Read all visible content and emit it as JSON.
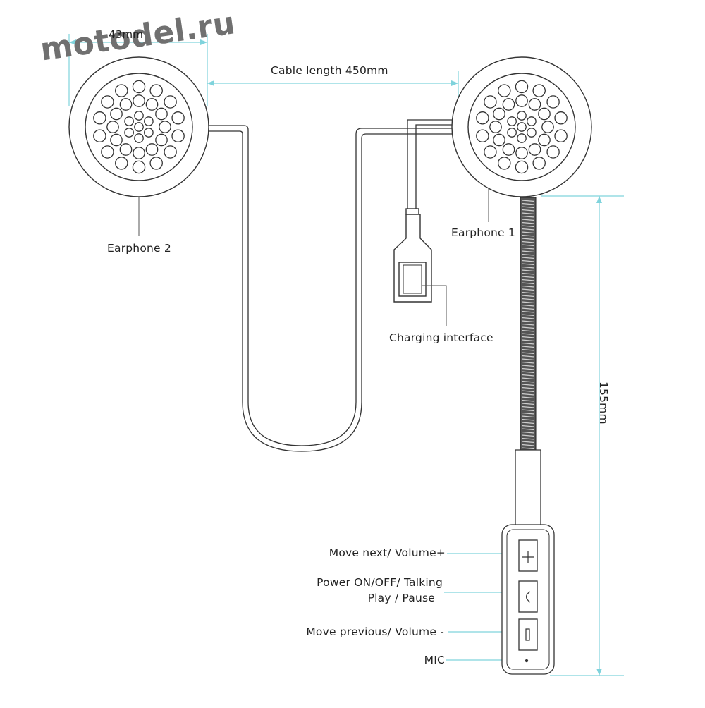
{
  "watermark": "motodel.ru",
  "dimensions": {
    "width": "43mm",
    "cable": "Cable length 450mm",
    "height": "155mm"
  },
  "labels": {
    "earphone_2": "Earphone 2",
    "earphone_1": "Earphone 1",
    "charging": "Charging interface",
    "move_next": "Move next/ Volume+",
    "power_line1": "Power ON/OFF/ Talking",
    "power_line2": "Play / Pause",
    "move_prev": "Move previous/ Volume -",
    "mic": "MIC"
  },
  "colors": {
    "line": "#333333",
    "dimension": "#7fd3dc",
    "fill": "#ffffff",
    "tube": "#444444"
  }
}
